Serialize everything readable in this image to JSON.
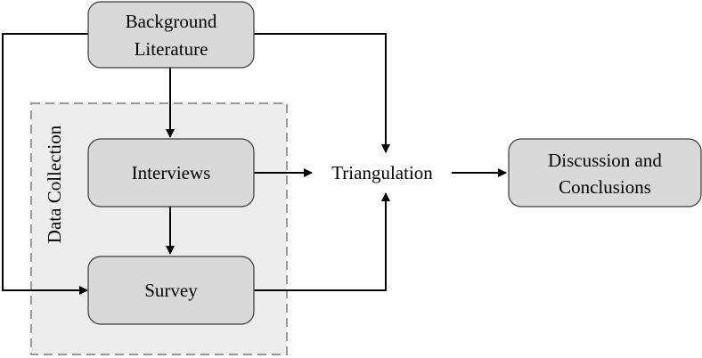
{
  "group": {
    "label": "Data Collection"
  },
  "nodes": {
    "background_literature": [
      "Background",
      "Literature"
    ],
    "interviews": "Interviews",
    "survey": "Survey",
    "triangulation": "Triangulation",
    "discussion_conclusions": [
      "Discussion and",
      "Conclusions"
    ]
  },
  "colors": {
    "node_fill": "#d9d9d9",
    "group_fill": "#ededed",
    "group_border": "#9a9a9a",
    "lines": "#000000"
  }
}
